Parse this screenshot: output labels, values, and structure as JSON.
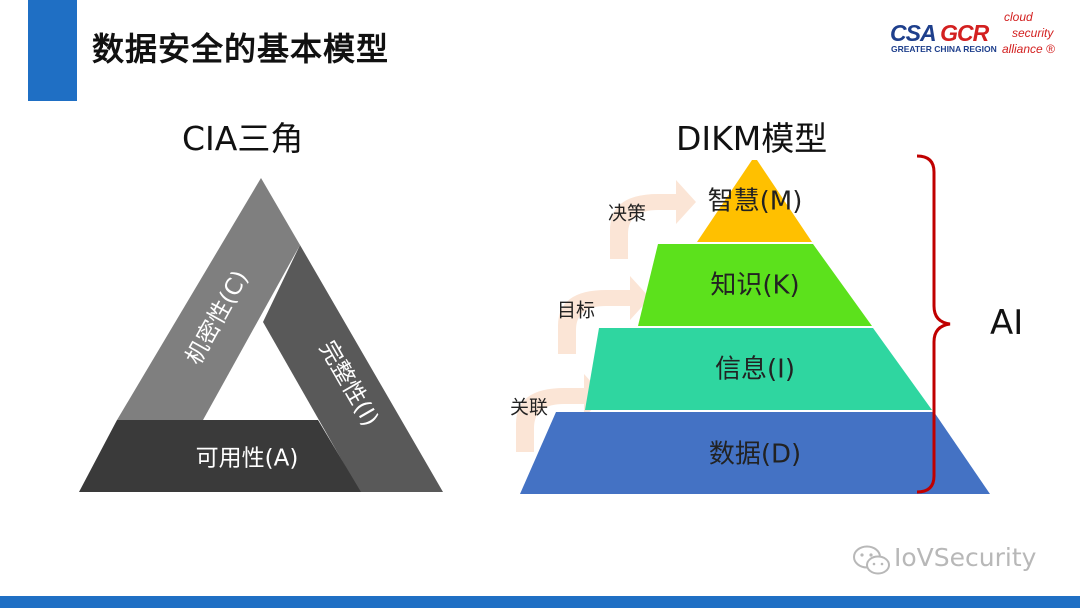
{
  "title": "数据安全的基本模型",
  "logo": {
    "brand_primary": "CSA",
    "brand_secondary": "GCR",
    "region": "GREATER CHINA REGION",
    "tag_1": "cloud",
    "tag_2": "security",
    "tag_3": "alliance ®"
  },
  "cia": {
    "heading": "CIA三角",
    "confidentiality": "机密性(C)",
    "integrity": "完整性(I)",
    "availability": "可用性(A)",
    "colors": {
      "left_side": "#7f7f7f",
      "right_side": "#595959",
      "bottom_side": "#3a3a3a"
    }
  },
  "dikm": {
    "heading": "DIKM模型",
    "layers": [
      {
        "label": "智慧(M)",
        "color": "#ffc000"
      },
      {
        "label": "知识(K)",
        "color": "#5ce11c"
      },
      {
        "label": "信息(I)",
        "color": "#2fd6a0"
      },
      {
        "label": "数据(D)",
        "color": "#4472c4"
      }
    ],
    "arrows": [
      "关联",
      "目标",
      "决策"
    ],
    "brace_label": "AI",
    "brace_color": "#c00000",
    "arrow_color": "#fbe5d6"
  },
  "watermark": {
    "text": "IoVSecurity"
  },
  "theme": {
    "accent": "#1f6fc4"
  }
}
